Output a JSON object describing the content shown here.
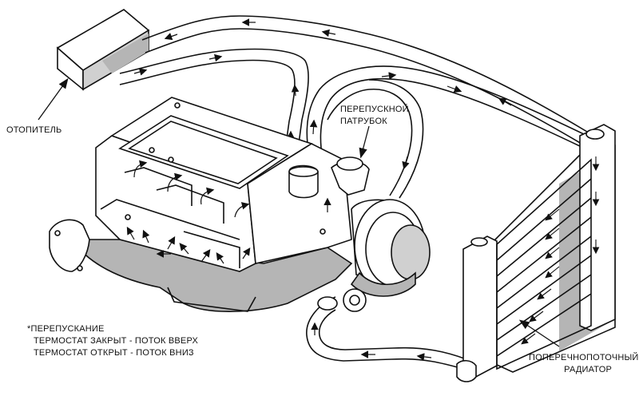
{
  "labels": {
    "heater": "ОТОПИТЕЛЬ",
    "bypass_line1": "ПЕРЕПУСКНОЙ",
    "bypass_line2": "ПАТРУБОК",
    "radiator_line1": "ПОПЕРЕЧНОПОТОЧНЫЙ",
    "radiator_line2": "РАДИАТОР"
  },
  "legend": {
    "title": "*ПЕРЕПУСКАНИЕ",
    "line1": "ТЕРМОСТАТ ЗАКРЫТ - ПОТОК ВВЕРХ",
    "line2": "ТЕРМОСТАТ ОТКРЫТ - ПОТОК ВНИЗ"
  },
  "colors": {
    "ink": "#111111",
    "shade": "#b5b5b5",
    "background": "#ffffff"
  }
}
